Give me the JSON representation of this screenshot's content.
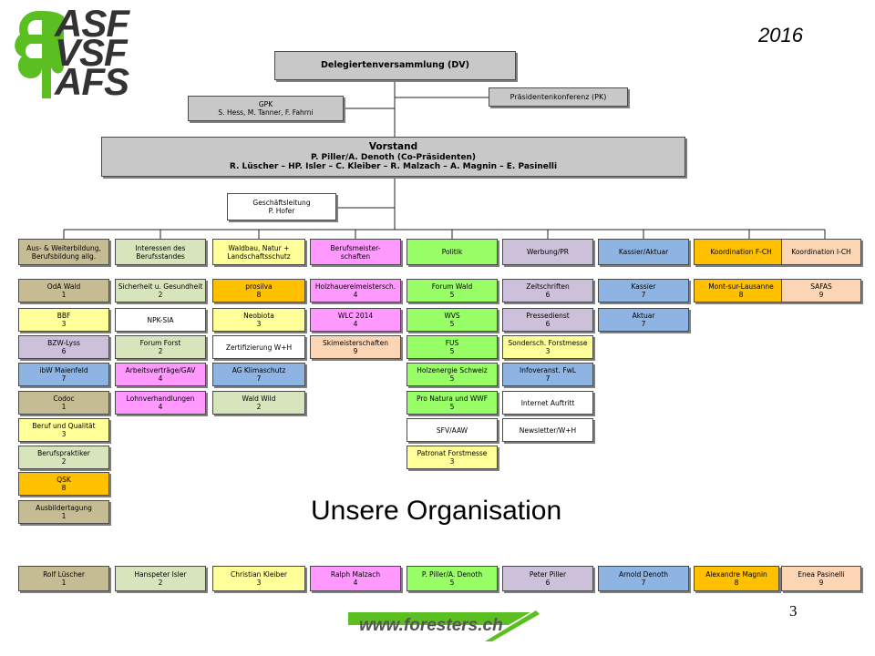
{
  "logo": {
    "line1": "ASF",
    "line2": "VSF",
    "line3": "AFS"
  },
  "year": "2016",
  "title": "Unsere Organisation",
  "page_number": "3",
  "footer_url": "www.foresters.ch",
  "colors": {
    "tan": "#c6bc93",
    "yellow": "#ffff99",
    "lightgreen": "#d8e4bc",
    "pink": "#ff99ff",
    "brightgreen": "#99ff66",
    "lavender": "#ccc0da",
    "blue": "#8db4e2",
    "orange": "#ffc000",
    "peach": "#fcd5b4",
    "white": "#ffffff",
    "gray": "#c8c8c8",
    "logo_green": "#5bbf21"
  },
  "top": {
    "dv": "Delegiertenversammlung (DV)",
    "pk": "Präsidentenkonferenz (PK)",
    "gpk": {
      "title": "GPK",
      "members": "S. Hess, M. Tanner, F. Fahrni"
    },
    "vorstand": {
      "title": "Vorstand",
      "line2": "P. Piller/A. Denoth (Co-Präsidenten)",
      "line3": "R. Lüscher – HP. Isler – C. Kleiber – R. Malzach – A. Magnin – E. Pasinelli"
    },
    "gl": {
      "title": "Geschäftsleitung",
      "name": "P. Hofer"
    }
  },
  "columns": [
    {
      "header": [
        "Aus- & Weiterbildung,",
        "Berufsbildung allg."
      ],
      "color": "tan",
      "items": [
        {
          "label": "OdA Wald",
          "num": "1",
          "color": "tan"
        },
        {
          "label": "BBF",
          "num": "3",
          "color": "yellow"
        },
        {
          "label": "BZW-Lyss",
          "num": "6",
          "color": "lavender"
        },
        {
          "label": "ibW Maienfeld",
          "num": "7",
          "color": "blue"
        },
        {
          "label": "Codoc",
          "num": "1",
          "color": "tan"
        },
        {
          "label": "Beruf und Qualität",
          "num": "3",
          "color": "yellow"
        },
        {
          "label": "Berufspraktiker",
          "num": "2",
          "color": "lightgreen"
        },
        {
          "label": "QSK",
          "num": "8",
          "color": "orange"
        },
        {
          "label": "Ausbildertagung",
          "num": "1",
          "color": "tan"
        }
      ]
    },
    {
      "header": [
        "Interessen des",
        "Berufsstandes"
      ],
      "color": "lightgreen",
      "items": [
        {
          "label": "Sicherheit u. Gesundheit",
          "num": "2",
          "color": "lightgreen"
        },
        {
          "label": "NPK-SIA",
          "num": "",
          "color": "white"
        },
        {
          "label": "Forum Forst",
          "num": "2",
          "color": "lightgreen"
        },
        {
          "label": "Arbeitsverträge/GAV",
          "num": "4",
          "color": "pink"
        },
        {
          "label": "Lohnverhandlungen",
          "num": "4",
          "color": "pink"
        }
      ]
    },
    {
      "header": [
        "Waldbau, Natur +",
        "Landschaftsschutz"
      ],
      "color": "yellow",
      "items": [
        {
          "label": "prosilva",
          "num": "8",
          "color": "orange"
        },
        {
          "label": "Neobiota",
          "num": "3",
          "color": "yellow"
        },
        {
          "label": "Zertifizierung W+H",
          "num": "",
          "color": "white"
        },
        {
          "label": "AG Klimaschutz",
          "num": "7",
          "color": "blue"
        },
        {
          "label": "Wald Wild",
          "num": "2",
          "color": "lightgreen"
        }
      ]
    },
    {
      "header": [
        "Berufsmeister-",
        "schaften"
      ],
      "color": "pink",
      "items": [
        {
          "label": "Holzhauereimeistersch.",
          "num": "4",
          "color": "pink"
        },
        {
          "label": "WLC 2014",
          "num": "4",
          "color": "pink"
        },
        {
          "label": "Skimeisterschaften",
          "num": "9",
          "color": "peach"
        }
      ]
    },
    {
      "header": [
        "Politik"
      ],
      "color": "brightgreen",
      "items": [
        {
          "label": "Forum Wald",
          "num": "5",
          "color": "brightgreen"
        },
        {
          "label": "WVS",
          "num": "5",
          "color": "brightgreen"
        },
        {
          "label": "FUS",
          "num": "5",
          "color": "brightgreen"
        },
        {
          "label": "Holzenergie Schweiz",
          "num": "5",
          "color": "brightgreen"
        },
        {
          "label": "Pro Natura und WWF",
          "num": "5",
          "color": "brightgreen"
        },
        {
          "label": "SFV/AAW",
          "num": "",
          "color": "white"
        },
        {
          "label": "Patronat Forstmesse",
          "num": "3",
          "color": "yellow"
        }
      ]
    },
    {
      "header": [
        "Werbung/PR"
      ],
      "color": "lavender",
      "items": [
        {
          "label": "Zeitschriften",
          "num": "6",
          "color": "lavender"
        },
        {
          "label": "Pressedienst",
          "num": "6",
          "color": "lavender"
        },
        {
          "label": "Sondersch. Forstmesse",
          "num": "3",
          "color": "yellow"
        },
        {
          "label": "Infoveranst. FwL",
          "num": "7",
          "color": "blue"
        },
        {
          "label": "Internet Auftritt",
          "num": "",
          "color": "white"
        },
        {
          "label": "Newsletter/W+H",
          "num": "",
          "color": "white"
        }
      ]
    },
    {
      "header": [
        "Kassier/Aktuar"
      ],
      "color": "blue",
      "items": [
        {
          "label": "Kassier",
          "num": "7",
          "color": "blue"
        },
        {
          "label": "Aktuar",
          "num": "7",
          "color": "blue"
        }
      ]
    },
    {
      "header": [
        "Koordination F-CH"
      ],
      "color": "orange",
      "items": [
        {
          "label": "Mont-sur-Lausanne",
          "num": "8",
          "color": "orange"
        }
      ]
    },
    {
      "header": [
        "Koordination I-CH"
      ],
      "color": "peach",
      "items": [
        {
          "label": "SAFAS",
          "num": "9",
          "color": "peach"
        }
      ]
    }
  ],
  "members": [
    {
      "name": "Rolf Lüscher",
      "num": "1",
      "color": "tan"
    },
    {
      "name": "Hanspeter Isler",
      "num": "2",
      "color": "lightgreen"
    },
    {
      "name": "Christian Kleiber",
      "num": "3",
      "color": "yellow"
    },
    {
      "name": "Ralph Malzach",
      "num": "4",
      "color": "pink"
    },
    {
      "name": "P. Piller/A. Denoth",
      "num": "5",
      "color": "brightgreen"
    },
    {
      "name": "Peter Piller",
      "num": "6",
      "color": "lavender"
    },
    {
      "name": "Arnold Denoth",
      "num": "7",
      "color": "blue"
    },
    {
      "name": "Alexandre Magnin",
      "num": "8",
      "color": "orange"
    },
    {
      "name": "Enea Pasinelli",
      "num": "9",
      "color": "peach"
    }
  ]
}
